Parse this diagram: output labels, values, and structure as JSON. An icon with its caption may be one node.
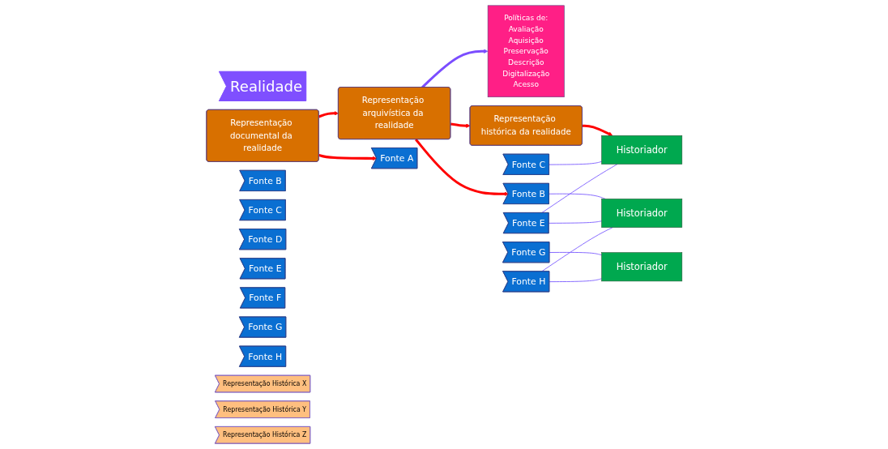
{
  "diagram": {
    "nodes": [
      {
        "text": [
          "Realidade"
        ]
      },
      {
        "text": [
          "Representação documental da realidade"
        ]
      },
      {
        "text": [
          "Representação arquivística da realidade"
        ]
      },
      {
        "text": [
          "Representação histórica da realidade"
        ]
      },
      {
        "text": [
          "Fonte A"
        ]
      },
      {
        "text": [
          "Fonte B"
        ]
      },
      {
        "text": [
          "Fonte C"
        ]
      },
      {
        "text": [
          "Fonte D"
        ]
      },
      {
        "text": [
          "Fonte E"
        ]
      },
      {
        "text": [
          "Fonte F"
        ]
      },
      {
        "text": [
          "Fonte G"
        ]
      },
      {
        "text": [
          "Fonte H"
        ]
      },
      {
        "text": [
          "Fonte B"
        ]
      },
      {
        "text": [
          "Fonte C"
        ]
      },
      {
        "text": [
          "Fonte E"
        ]
      },
      {
        "text": [
          "Fonte G"
        ]
      },
      {
        "text": [
          "Fonte H"
        ]
      },
      {
        "text": [
          "Políticas de:",
          "Avaliação",
          "Aquisição",
          "Preservação",
          "Descrição",
          "Digitalização",
          "Acesso"
        ]
      },
      {
        "text": [
          "Historiador"
        ]
      },
      {
        "text": [
          "Representação Histórica X"
        ]
      },
      {
        "text": [
          "Historiador"
        ]
      },
      {
        "text": [
          "Representação Histórica Y"
        ]
      },
      {
        "text": [
          "Historiador"
        ]
      },
      {
        "text": [
          "Representação Histórica Z"
        ]
      }
    ],
    "edges": [
      {
        "from": 1,
        "to": 2,
        "arrow": "to",
        "style": "thick",
        "color": "#ff0000"
      },
      {
        "from": 2,
        "to": 3,
        "arrow": "to",
        "style": "thick",
        "color": "#ff0000"
      },
      {
        "from": 1,
        "to": 4,
        "arrow": "to",
        "style": "thick",
        "color": "#ff0000"
      },
      {
        "from": 2,
        "to": 12,
        "arrow": "to",
        "style": "thick",
        "color": "#ff0000"
      },
      {
        "from": 3,
        "to": 18,
        "arrow": "to",
        "style": "thick",
        "color": "#ff0000"
      },
      {
        "from": 2,
        "to": 17,
        "arrow": "to",
        "style": "thick",
        "color": "#7b4dff"
      },
      {
        "from": 12,
        "to": 20,
        "arrow": "none"
      },
      {
        "from": 13,
        "to": 18,
        "arrow": "none"
      },
      {
        "from": 14,
        "to": 18,
        "arrow": "none"
      },
      {
        "from": 14,
        "to": 20,
        "arrow": "none"
      },
      {
        "from": 15,
        "to": 22,
        "arrow": "none"
      },
      {
        "from": 16,
        "to": 20,
        "arrow": "none"
      },
      {
        "from": 16,
        "to": 22,
        "arrow": "none"
      }
    ]
  }
}
